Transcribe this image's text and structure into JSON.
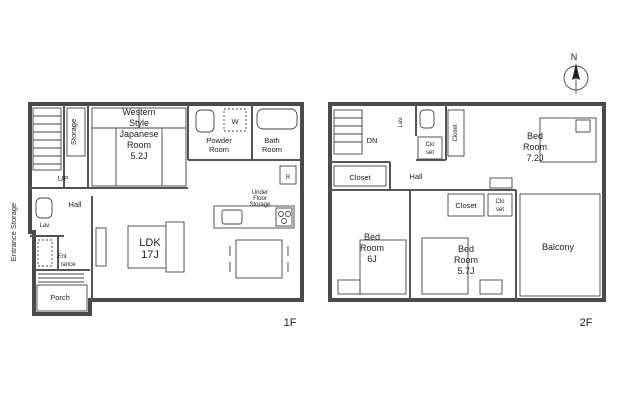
{
  "compass": {
    "north": "N"
  },
  "floor1": {
    "label": "1F",
    "rooms": {
      "western": [
        "Western",
        "Style",
        "Japanese",
        "Room",
        "5.2J"
      ],
      "storage": "Storage",
      "powder": [
        "Powder",
        "Room"
      ],
      "washer": "W",
      "bath": [
        "Bath",
        "Room"
      ],
      "up": "UP",
      "hall": "Hall",
      "lav": "Lav.",
      "entrance_storage": "Entrance Storage",
      "entrance": [
        "Ent",
        "rance"
      ],
      "porch": "Porch",
      "ldk": [
        "LDK",
        "17J"
      ],
      "fridge": "R",
      "under_floor": [
        "Under",
        "Floor",
        "Storage"
      ]
    }
  },
  "floor2": {
    "label": "2F",
    "rooms": {
      "dn": "DN",
      "lav": "Lav.",
      "closet_small": [
        "Clo",
        "set"
      ],
      "closet_vertical": "Closet",
      "closet_left": "Closet",
      "hall": "Hall",
      "bed1": [
        "Bed",
        "Room",
        "7.2J"
      ],
      "closet_mid": "Closet",
      "closet_mid_small": [
        "Clo",
        "set"
      ],
      "bed2": [
        "Bed",
        "Room",
        "6J"
      ],
      "bed3": [
        "Bed",
        "Room",
        "5.7J"
      ],
      "balcony": "Balcony"
    }
  }
}
